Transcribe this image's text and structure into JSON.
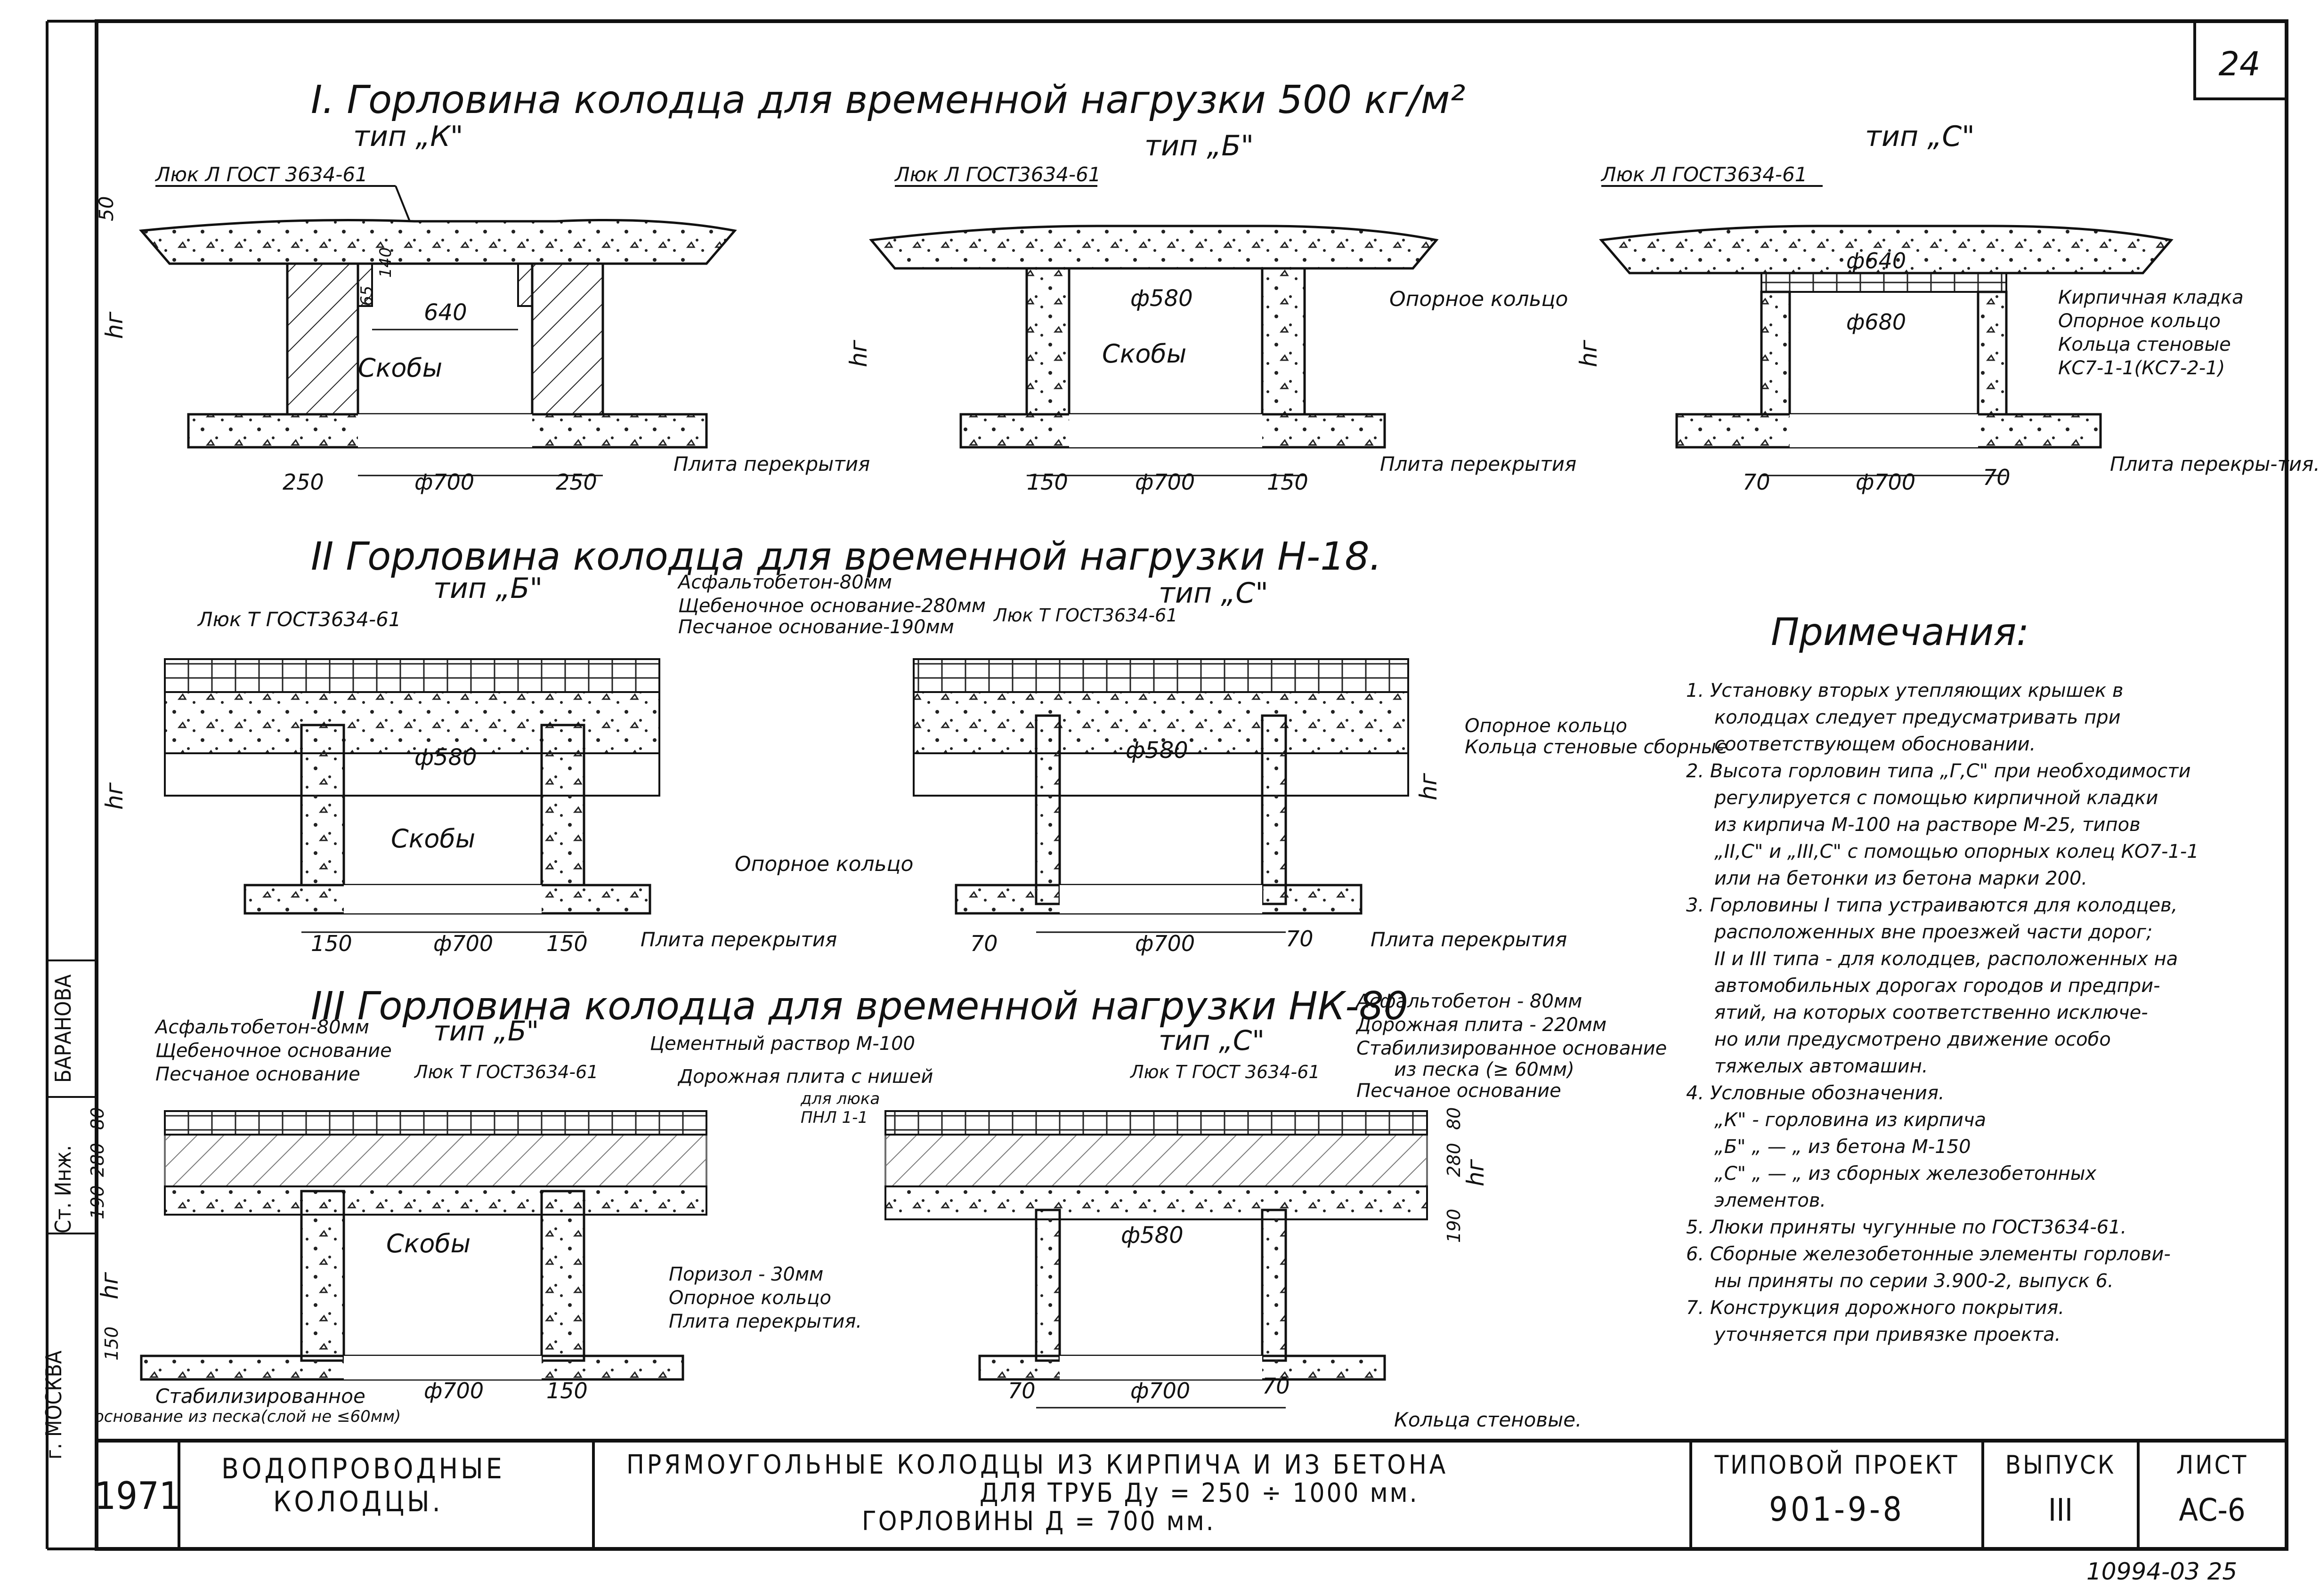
{
  "page_number": "24",
  "bottom_number": "10994-03  25",
  "sections": {
    "s1": {
      "title": "I. Горловина колодца для временной нагрузки 500 кг/м²",
      "type_k": "тип „К\"",
      "type_b": "тип „Б\"",
      "type_c": "тип „С\"",
      "hatch_k": "Люк Л ГОСТ 3634-61",
      "hatch_b": "Люк Л ГОСТ3634-61",
      "hatch_c": "Люк Л ГОСТ3634-61",
      "dim_50": "50",
      "dim_hr": "hг",
      "dim_65": "65",
      "dim_140": "140",
      "dim_640": "640",
      "dim_f580": "ф580",
      "dim_f640": "ф640",
      "dim_f680": "ф680",
      "skoby": "Скобы",
      "label_opornoe": "Опорное кольцо",
      "label_kirpich": "Кирпичная кладка",
      "label_opornoe2": "Опорное кольцо",
      "label_koltsa": "Кольца стеновые",
      "label_kst": "КС7-1-1(КС7-2-1)",
      "label_plita": "Плита перекрытия",
      "label_plita_c": "Плита перекры-тия.",
      "dims_k": [
        "250",
        "ф700",
        "250"
      ],
      "dims_b": [
        "150",
        "ф700",
        "150"
      ],
      "dims_c": [
        "70",
        "ф700",
        "70"
      ]
    },
    "s2": {
      "title": "II Горловина колодца для временной нагрузки Н-18.",
      "type_b": "тип „Б\"",
      "type_c": "тип „С\"",
      "hatch_b": "Люк Т ГОСТ3634-61",
      "hatch_c": "Люк Т ГОСТ3634-61",
      "layers": [
        "Асфальтобетон-80мм",
        "Щебеночное основание-280мм",
        "Песчаное основание-190мм"
      ],
      "dim_f580": "ф580",
      "dim_hr": "hг",
      "skoby": "Скобы",
      "label_opornoe": "Опорное кольцо",
      "label_opornoe_c": "Опорное кольцо",
      "label_koltsa_c": "Кольца стеновые сборные",
      "label_plita": "Плита перекрытия",
      "dims_b": [
        "150",
        "ф700",
        "150"
      ],
      "dims_c": [
        "70",
        "ф700",
        "70"
      ]
    },
    "s3": {
      "title": "III Горловина колодца для временной нагрузки НК-80",
      "type_b": "тип „Б\"",
      "type_c": "тип „С\"",
      "hatch_b": "Люк Т ГОСТ3634-61",
      "hatch_c": "Люк Т ГОСТ 3634-61",
      "layers_b": [
        "Асфальтобетон-80мм",
        "Щебеночное основание",
        "Песчаное основание"
      ],
      "layers_c": [
        "Асфальтобетон - 80мм",
        "Дорожная плита - 220мм",
        "Стабилизированное основание",
        "из песка (≥ 60мм)",
        "Песчаное основание"
      ],
      "cement": "Цементный раствор М-100",
      "road_slab": "Дорожная плита с нишей",
      "road_slab2": "для люка",
      "road_slab3": "ПНЛ 1-1",
      "dims_left": [
        "80",
        "280",
        "190"
      ],
      "dims_right": [
        "80",
        "280",
        "190"
      ],
      "dim_f580": "ф580",
      "dim_hr": "hг",
      "dim_150": "150",
      "skoby": "Скобы",
      "label_porizol": "Поризол - 30мм",
      "label_opornoe": "Опорное кольцо",
      "label_plita": "Плита перекрытия.",
      "label_stab": "Стабилизированное",
      "label_stab2": "основание из песка(слой не ≤60мм)",
      "label_koltsa": "Кольца стеновые.",
      "dims_b": [
        "ф700",
        "150"
      ],
      "dims_c": [
        "70",
        "ф700",
        "70"
      ]
    }
  },
  "notes": {
    "heading": "Примечания:",
    "items": [
      "1. Установку вторых утепляющих крышек в",
      "колодцах следует предусматривать при",
      "соответствующем обосновании.",
      "2. Высота горловин типа „Г,С\" при необходимости",
      "регулируется с помощью кирпичной кладки",
      "из кирпича М-100 на растворе М-25, типов",
      "„II,С\" и „III,С\" с помощью опорных колец КО7-1-1",
      "или на бетонки из бетона марки 200.",
      "3. Горловины I типа устраиваются для колодцев,",
      "расположенных вне проезжей части дорог;",
      "II и III типа - для колодцев, расположенных на",
      "автомобильных дорогах городов и предпри-",
      "ятий, на которых соответственно исключе-",
      "но или предусмотрено движение особо",
      "тяжелых автомашин.",
      "4. Условные обозначения.",
      "„К\" - горловина из кирпича",
      "„Б\"  „ — „   из бетона М-150",
      "„С\"  „ — „   из сборных железобетонных",
      "элементов.",
      "5. Люки приняты чугунные по ГОСТ3634-61.",
      "6. Сборные железобетонные элементы горлови-",
      "ны приняты по серии 3.900-2, выпуск 6.",
      "7. Конструкция дорожного покрытия.",
      "уточняется при привязке проекта."
    ]
  },
  "side_stamp": {
    "city": "г. МОСКВА",
    "role": "Ст. Инж.",
    "name": "БАРАНОВА"
  },
  "title_block": {
    "year": "1971",
    "org_line1": "ВОДОПРОВОДНЫЕ",
    "org_line2": "КОЛОДЦЫ.",
    "desc_line1": "ПРЯМОУГОЛЬНЫЕ КОЛОДЦЫ ИЗ КИРПИЧА И ИЗ БЕТОНА",
    "desc_line2": "ДЛЯ ТРУБ  Ду = 250 ÷ 1000 мм.",
    "desc_line3": "ГОРЛОВИНЫ   Д = 700 мм.",
    "proj_label": "ТИПОВОЙ ПРОЕКТ",
    "proj_value": "901-9-8",
    "issue_label": "ВЫПУСК",
    "issue_value": "III",
    "sheet_label": "ЛИСТ",
    "sheet_value": "АС-6"
  }
}
